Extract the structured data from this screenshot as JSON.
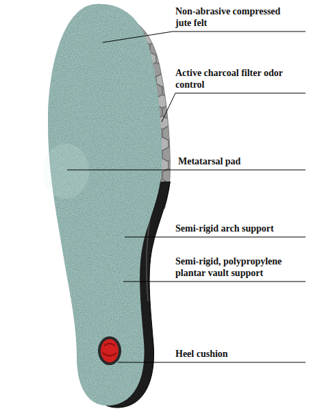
{
  "diagram": {
    "labels": [
      "Non-abrasive compressed jute felt",
      "Active charcoal filter odor control",
      "Metatarsal pad",
      "Semi-rigid arch support",
      "Semi-rigid, polypropylene plantar vault support",
      "Heel cushion"
    ]
  }
}
